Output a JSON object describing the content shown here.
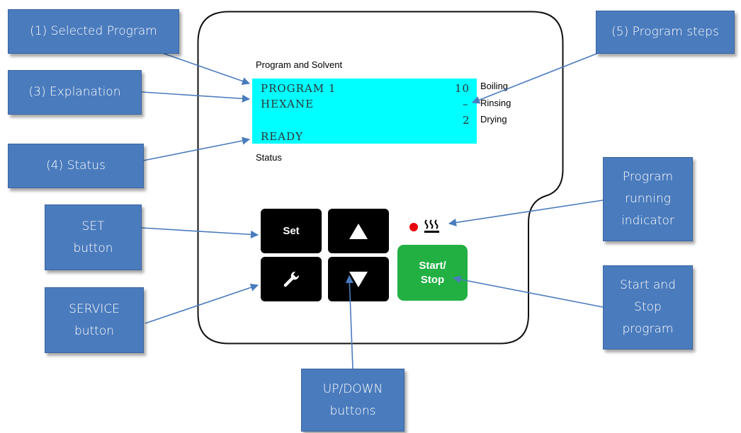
{
  "callouts": {
    "selected_program": "(1) Selected Program",
    "explanation": "(3) Explanation",
    "status": "(4) Status",
    "set_button": [
      "SET",
      "button"
    ],
    "service_button": [
      "SERVICE",
      "button"
    ],
    "up_down_buttons": [
      "UP/DOWN",
      "buttons"
    ],
    "program_steps": "(5) Program steps",
    "program_running": [
      "Program",
      "running",
      "indicator"
    ],
    "start_stop": [
      "Start and",
      "Stop",
      "program"
    ]
  },
  "panel": {
    "label_top": "Program and Solvent",
    "label_bottom": "Status",
    "lcd": {
      "line1": "PROGRAM 1",
      "line2": "HEXANE",
      "line4": "READY",
      "step_boiling_value": "10",
      "step_rinsing_value": "–",
      "step_drying_value": "2"
    },
    "steps": {
      "boiling": "Boiling",
      "rinsing": "Rinsing",
      "drying": "Drying"
    },
    "keys": {
      "set": "Set",
      "start_line1": "Start/",
      "start_line2": "Stop"
    },
    "indicator_color": "#e8000b",
    "accent_blue": "#4a7bbd",
    "lcd_color": "#00ffff",
    "start_color": "#22b043"
  }
}
